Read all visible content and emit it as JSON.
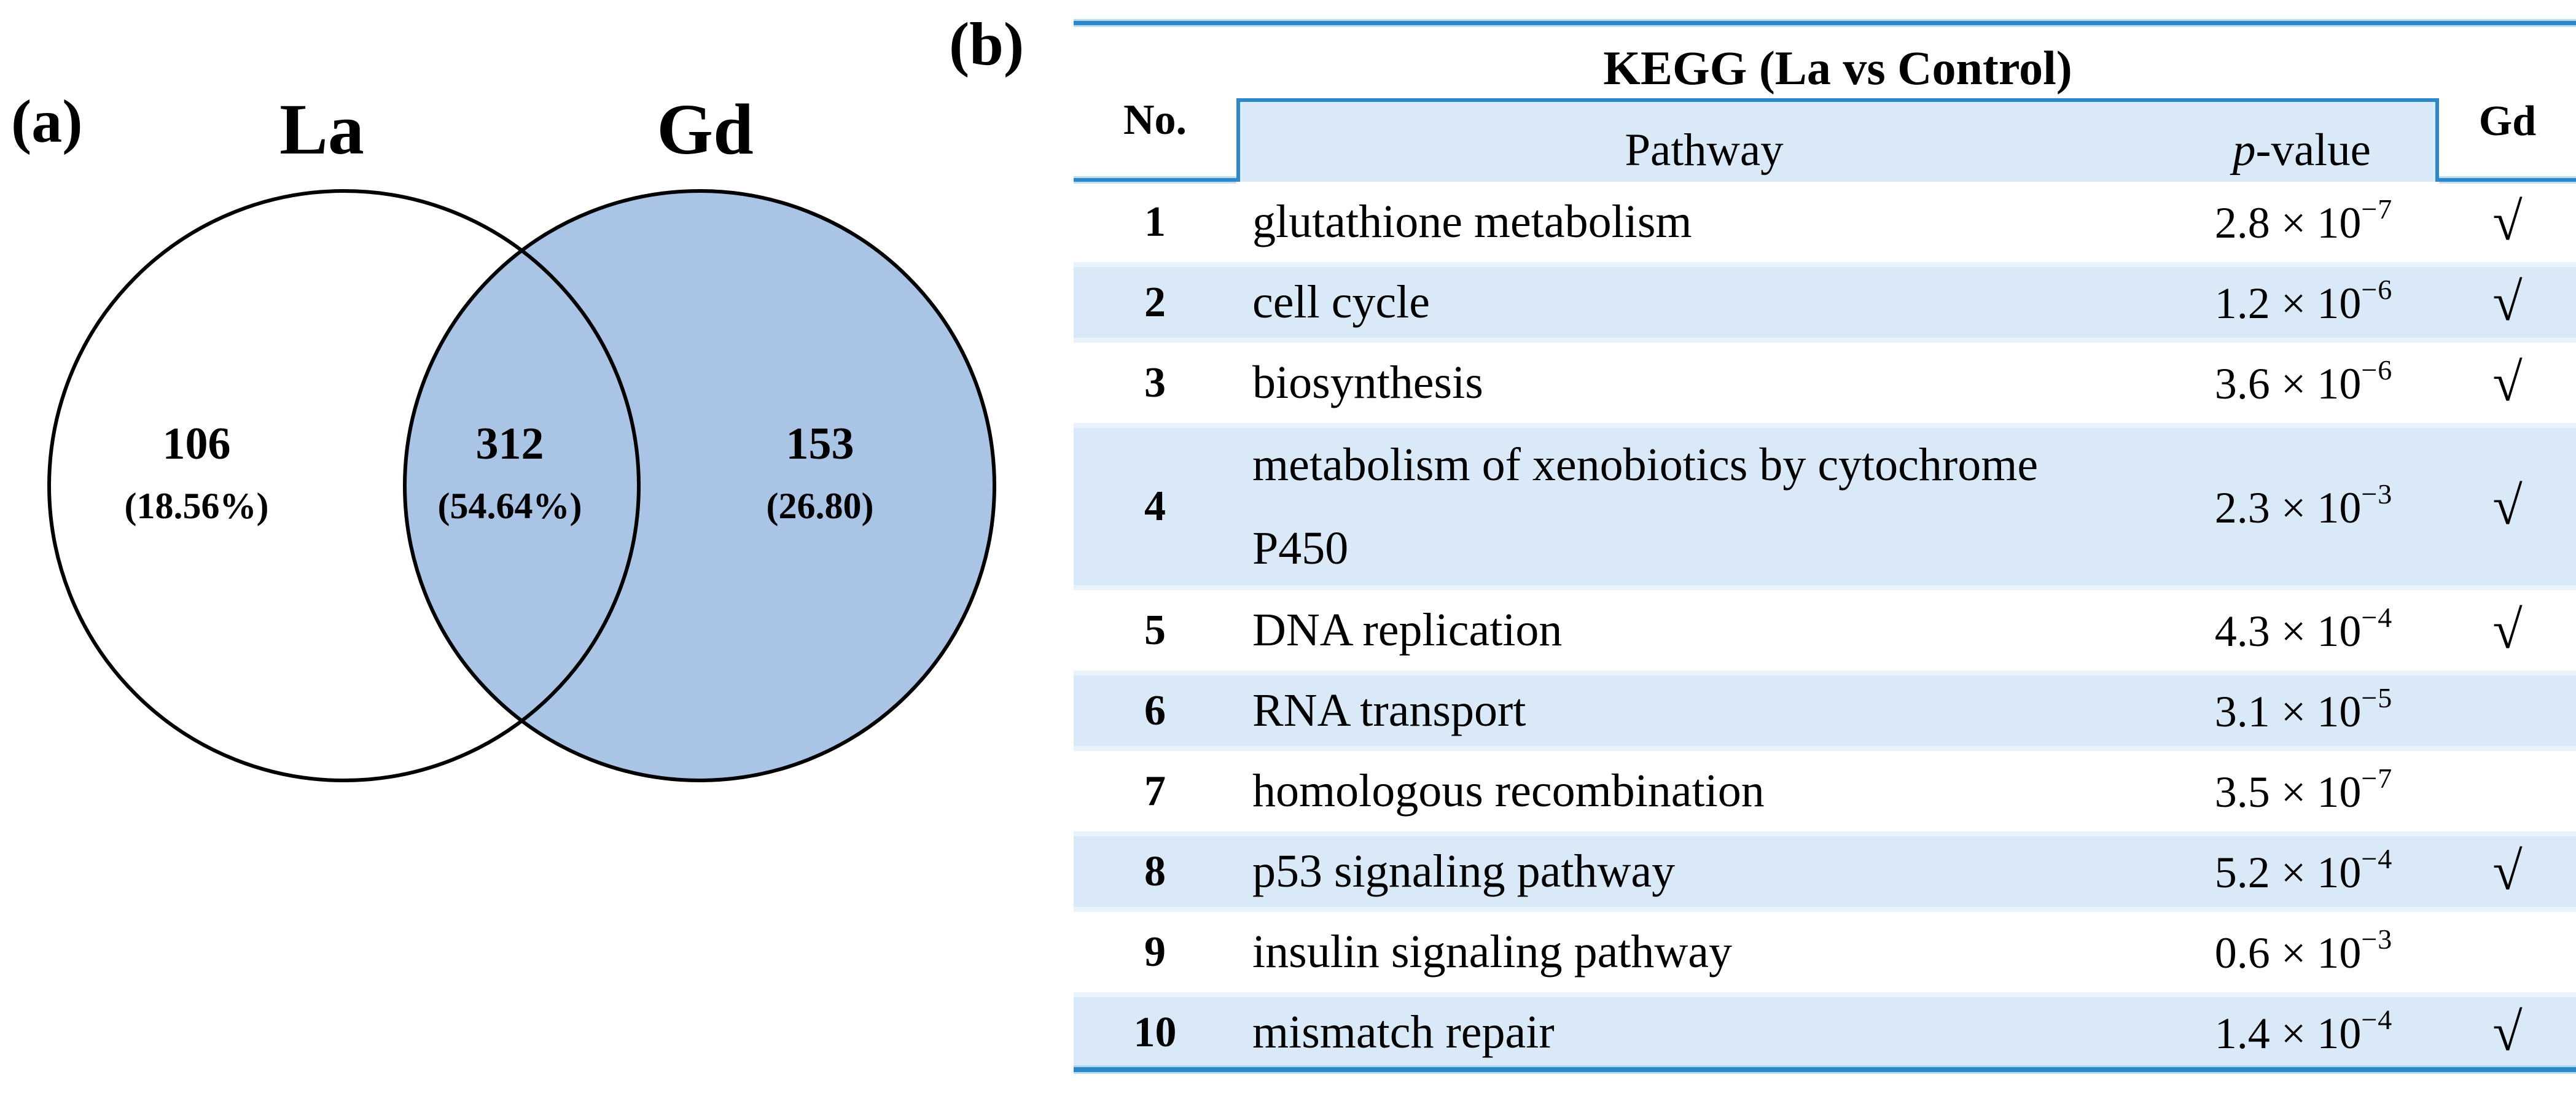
{
  "panel_a": {
    "label": "(a)",
    "la_set": {
      "name": "La",
      "count": "106",
      "percent": "(18.56%)"
    },
    "overlap": {
      "count": "312",
      "percent": "(54.64%)"
    },
    "gd_set": {
      "name": "Gd",
      "count": "153",
      "percent": "(26.80)"
    }
  },
  "panel_b": {
    "label": "(b)",
    "header": {
      "no": "No.",
      "kegg": "KEGG (La vs Control)",
      "pathway": "Pathway",
      "pvalue_italic": "p",
      "pvalue_rest": "-value",
      "gd": "Gd"
    },
    "rows": [
      {
        "no": "1",
        "pathway": "glutathione metabolism",
        "p_base": "2.8 × 10",
        "p_exp": "−7",
        "gd": "√"
      },
      {
        "no": "2",
        "pathway": "cell cycle",
        "p_base": "1.2 × 10",
        "p_exp": "−6",
        "gd": "√"
      },
      {
        "no": "3",
        "pathway": "biosynthesis",
        "p_base": "3.6 × 10",
        "p_exp": "−6",
        "gd": "√"
      },
      {
        "no": "4",
        "pathway_line1": "metabolism of xenobiotics by cytochrome",
        "pathway_line2": "P450",
        "p_base": "2.3 × 10",
        "p_exp": "−3",
        "gd": "√"
      },
      {
        "no": "5",
        "pathway": "DNA replication",
        "p_base": "4.3 × 10",
        "p_exp": "−4",
        "gd": "√"
      },
      {
        "no": "6",
        "pathway": "RNA transport",
        "p_base": "3.1 × 10",
        "p_exp": "−5",
        "gd": ""
      },
      {
        "no": "7",
        "pathway": "homologous recombination",
        "p_base": "3.5 × 10",
        "p_exp": "−7",
        "gd": ""
      },
      {
        "no": "8",
        "pathway": "p53 signaling pathway",
        "p_base": "5.2 × 10",
        "p_exp": "−4",
        "gd": "√"
      },
      {
        "no": "9",
        "pathway": "insulin signaling pathway",
        "p_base": "0.6 × 10",
        "p_exp": "−3",
        "gd": ""
      },
      {
        "no": "10",
        "pathway": "mismatch repair",
        "p_base": "1.4 × 10",
        "p_exp": "−4",
        "gd": "√"
      }
    ]
  },
  "colors": {
    "venn_gd_fill": "#aac4e6",
    "venn_stroke": "#000000",
    "table_line_blue": "#2e87c9",
    "stripe_blue": "#d9e9f7",
    "header_box_fill": "#d9e9f7"
  },
  "chart_data": [
    {
      "type": "venn",
      "sets": [
        "La",
        "Gd"
      ],
      "regions": [
        {
          "region": "La only",
          "value": 106,
          "label": "(18.56%)"
        },
        {
          "region": "La ∩ Gd",
          "value": 312,
          "label": "(54.64%)"
        },
        {
          "region": "Gd only",
          "value": 153,
          "label": "(26.80)"
        }
      ],
      "style_note": "Gd circle filled light blue, La circle unfilled, black outlines"
    },
    {
      "type": "table",
      "title": "KEGG (La vs Control)",
      "columns": [
        "No.",
        "Pathway",
        "p-value",
        "Gd"
      ],
      "rows": [
        [
          "1",
          "glutathione metabolism",
          "2.8 × 10^−7",
          "√"
        ],
        [
          "2",
          "cell cycle",
          "1.2 × 10^−6",
          "√"
        ],
        [
          "3",
          "biosynthesis",
          "3.6 × 10^−6",
          "√"
        ],
        [
          "4",
          "metabolism of xenobiotics by cytochrome P450",
          "2.3 × 10^−3",
          "√"
        ],
        [
          "5",
          "DNA replication",
          "4.3 × 10^−4",
          "√"
        ],
        [
          "6",
          "RNA transport",
          "3.1 × 10^−5",
          ""
        ],
        [
          "7",
          "homologous recombination",
          "3.5 × 10^−7",
          ""
        ],
        [
          "8",
          "p53 signaling pathway",
          "5.2 × 10^−4",
          "√"
        ],
        [
          "9",
          "insulin signaling pathway",
          "0.6 × 10^−3",
          ""
        ],
        [
          "10",
          "mismatch repair",
          "1.4 × 10^−4",
          "√"
        ]
      ],
      "layout_hints": {
        "striped_rows": [
          2,
          4,
          6,
          8,
          10
        ],
        "grid": "horizontal blue rules top/header/bottom"
      }
    }
  ]
}
